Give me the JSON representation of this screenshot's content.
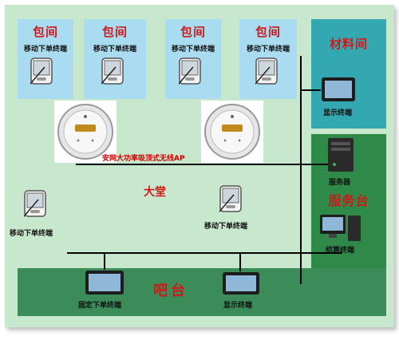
{
  "rooms": [
    {
      "title": "包间",
      "sub": "移动下单终端"
    },
    {
      "title": "包间",
      "sub": "移动下单终端"
    },
    {
      "title": "包间",
      "sub": "移动下单终端"
    },
    {
      "title": "包间",
      "sub": "移动下单终端"
    }
  ],
  "storeroom": {
    "title": "材料间",
    "device": "显示终端"
  },
  "ap": {
    "label": "安网大功率吸顶式无线AP"
  },
  "hall": {
    "title": "大堂",
    "left_device": "移动下单终端",
    "right_device": "移动下单终端"
  },
  "service": {
    "title": "服务台",
    "server": "服务器",
    "checkout": "结算终端"
  },
  "bar": {
    "title": "吧台",
    "fixed": "固定下单终端",
    "display": "显示终端"
  },
  "colors": {
    "floor": "#c8e8cd",
    "room": "#a9dbf1",
    "storeroom": "#33a8b0",
    "service": "#2f8a4a",
    "bar": "#3c8c5a",
    "title_red": "#d01818"
  }
}
